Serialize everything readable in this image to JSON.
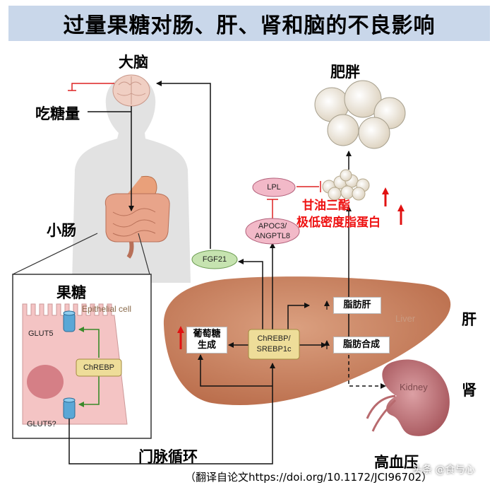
{
  "title": "过量果糖对肠、肝、肾和脑的不良影响",
  "labels": {
    "brain": "大脑",
    "sugar_intake": "吃糖量",
    "small_intestine": "小肠",
    "fructose": "果糖",
    "obesity": "肥胖",
    "triglyceride": "甘油三酯",
    "vldl": "极低密度脂蛋白",
    "liver_cn": "肝",
    "kidney_cn": "肾",
    "portal_vein": "门脉循环",
    "hypertension": "高血压",
    "epithelial_cell": "Epithelial cell",
    "glut5": "GLUT5",
    "glut5_q": "GLUT5?",
    "liver_en": "Liver",
    "kidney_en": "Kidney"
  },
  "nodes": {
    "chrebp_cell": "ChREBP",
    "chrebp_liver_line1": "ChREBP/",
    "chrebp_liver_line2": "SREBP1c",
    "fgf21": "FGF21",
    "lpl": "LPL",
    "apoc3_line1": "APOC3/",
    "apoc3_line2": "ANGPTL8",
    "gluconeogenesis_line1": "葡萄糖",
    "gluconeogenesis_line2": "生成",
    "fatty_liver": "脂肪肝",
    "lipogenesis": "脂肪合成"
  },
  "source": "（翻译自论文https://doi.org/10.1172/JCI96702）",
  "watermark": "头条 @食与心",
  "colors": {
    "title_bg": "#c9d7ea",
    "increase_arrow": "#e11111",
    "chrebp_fill": "#eedd99",
    "fgf21_fill": "#c6e3b0",
    "lpl_fill": "#f2b9c8",
    "liver_fill": "#c98462",
    "kidney_fill": "#c97c82"
  }
}
